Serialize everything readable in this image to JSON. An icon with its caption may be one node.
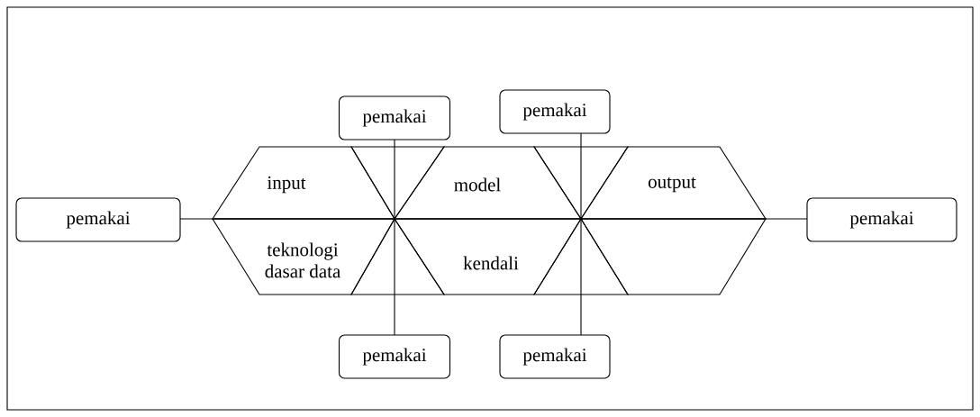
{
  "diagram": {
    "nodes": [
      {
        "text": [
          "pemakai"
        ]
      },
      {
        "text": [
          "pemakai"
        ]
      },
      {
        "text": [
          "pemakai"
        ]
      },
      {
        "text": [
          "input"
        ]
      },
      {
        "text": [],
        "shape": "triangle"
      },
      {
        "text": [
          "model"
        ]
      },
      {
        "text": [],
        "shape": "triangle"
      },
      {
        "text": [
          "output"
        ]
      },
      {
        "text": [
          "pemakai"
        ]
      },
      {
        "text": [
          "teknologi",
          "dasar data"
        ]
      },
      {
        "text": [],
        "shape": "triangle"
      },
      {
        "text": [
          "kendali"
        ]
      },
      {
        "text": [],
        "shape": "triangle"
      },
      {
        "text": [],
        "shape": "trapezoid"
      },
      {
        "text": [
          "pemakai"
        ]
      },
      {
        "text": [
          "pemakai"
        ]
      }
    ],
    "edges": [
      {
        "from": 2,
        "to": 3,
        "arrow": "none"
      },
      {
        "from": 7,
        "to": 8,
        "arrow": "none"
      },
      {
        "from": 0,
        "to": 4,
        "arrow": "none"
      },
      {
        "from": 10,
        "to": 14,
        "arrow": "none"
      },
      {
        "from": 1,
        "to": 6,
        "arrow": "none"
      },
      {
        "from": 12,
        "to": 15,
        "arrow": "none"
      }
    ]
  }
}
